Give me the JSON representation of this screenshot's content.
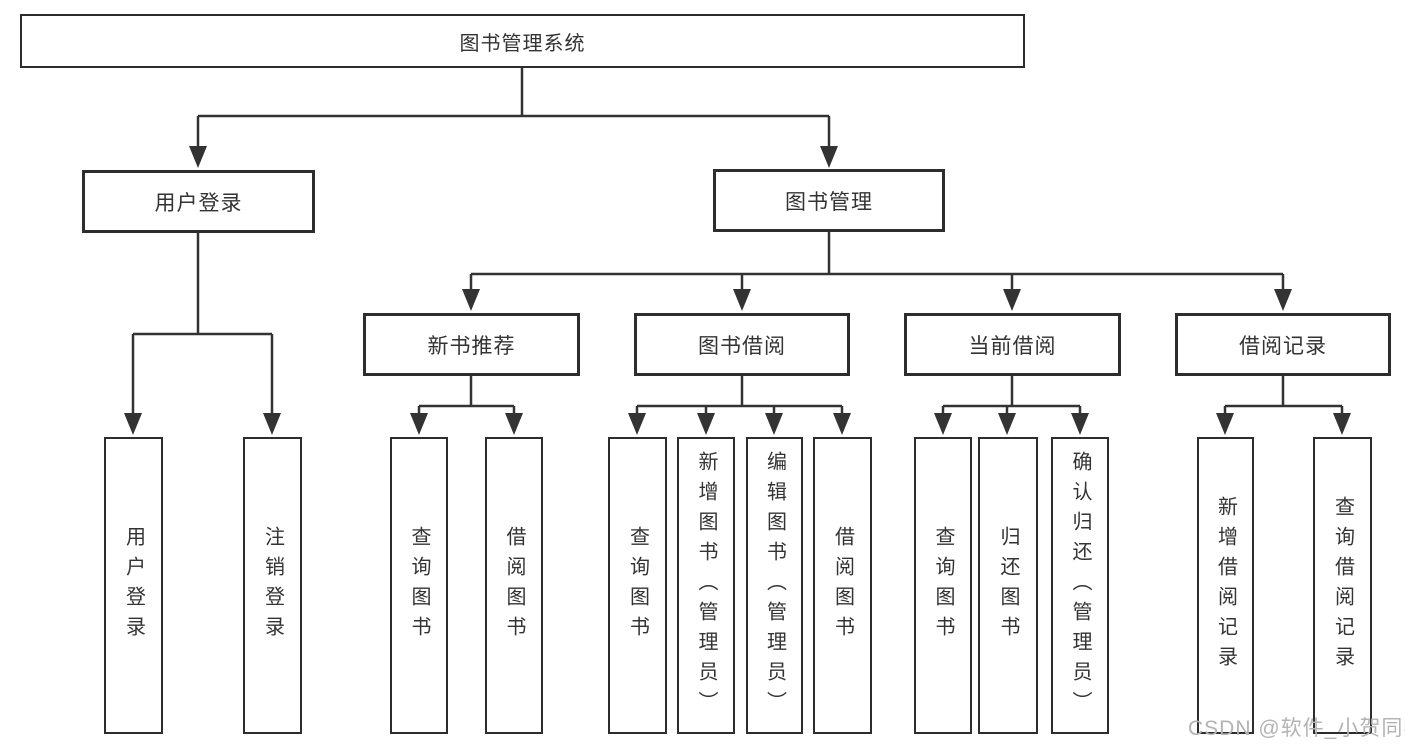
{
  "diagram": {
    "root": {
      "label": "图书管理系统"
    },
    "branches": [
      {
        "label": "用户登录",
        "children": [
          {
            "label": "用户登录"
          },
          {
            "label": "注销登录"
          }
        ]
      },
      {
        "label": "图书管理",
        "children": [
          {
            "label": "新书推荐",
            "children": [
              {
                "label": "查询图书"
              },
              {
                "label": "借阅图书"
              }
            ]
          },
          {
            "label": "图书借阅",
            "children": [
              {
                "label": "查询图书"
              },
              {
                "label": "新增图书（管理员）"
              },
              {
                "label": "编辑图书（管理员）"
              },
              {
                "label": "借阅图书"
              }
            ]
          },
          {
            "label": "当前借阅",
            "children": [
              {
                "label": "查询图书"
              },
              {
                "label": "归还图书"
              },
              {
                "label": "确认归还（管理员）"
              }
            ]
          },
          {
            "label": "借阅记录",
            "children": [
              {
                "label": "新增借阅记录"
              },
              {
                "label": "查询借阅记录"
              }
            ]
          }
        ]
      }
    ]
  },
  "watermark": {
    "text": "CSDN @软件_小贺同学"
  },
  "colors": {
    "line": "#333333",
    "box_border": "#2d2d2d",
    "box_background": "#ffffff",
    "text": "#333333",
    "page_background": "#ffffff",
    "watermark_text": "#b3b3b3"
  }
}
